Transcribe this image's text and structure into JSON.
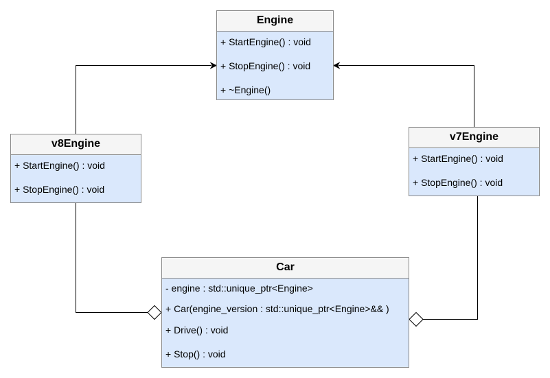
{
  "classes": {
    "engine": {
      "name": "Engine",
      "operations": [
        "+ StartEngine() : void",
        "+ StopEngine() : void",
        "+ ~Engine()"
      ]
    },
    "v8engine": {
      "name": "v8Engine",
      "operations": [
        "+ StartEngine() : void",
        "+ StopEngine() : void"
      ]
    },
    "v7engine": {
      "name": "v7Engine",
      "operations": [
        "+ StartEngine() : void",
        "+ StopEngine() : void"
      ]
    },
    "car": {
      "name": "Car",
      "attributes": [
        "- engine : std::unique_ptr<Engine>"
      ],
      "operations": [
        "+ Car(engine_version : std::unique_ptr<Engine>&& )",
        "+ Drive() : void",
        "+ Stop() : void"
      ]
    }
  },
  "relationships": [
    {
      "type": "generalization",
      "from": "v8Engine",
      "to": "Engine"
    },
    {
      "type": "generalization",
      "from": "v7Engine",
      "to": "Engine"
    },
    {
      "type": "aggregation",
      "from": "v8Engine",
      "to": "Car"
    },
    {
      "type": "aggregation",
      "from": "v7Engine",
      "to": "Car"
    }
  ],
  "colors": {
    "header_fill": "#f5f5f5",
    "member_fill": "#dae8fc",
    "border": "#888888",
    "line": "#000000"
  }
}
